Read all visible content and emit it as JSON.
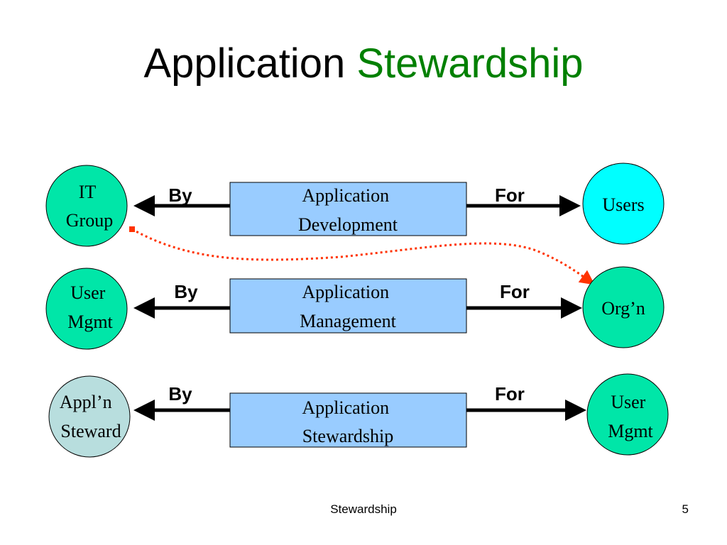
{
  "slide": {
    "title_main": "Application",
    "title_accent": "Stewardship",
    "footer_text": "Stewardship",
    "page_number": "5"
  },
  "colors": {
    "accent_green": "#008000",
    "box_fill": "#99ccff",
    "circle_cyan": "#00ffff",
    "circle_teal": "#00e6a8",
    "circle_pale": "#b8dede",
    "dotted_connector": "#ff3300"
  },
  "rows": [
    {
      "by_label": "By",
      "for_label": "For",
      "box_lines": [
        "Application",
        "Development"
      ],
      "left_circle": [
        "IT",
        "Group"
      ],
      "right_circle": [
        "Users"
      ]
    },
    {
      "by_label": "By",
      "for_label": "For",
      "box_lines": [
        "Application",
        "Management"
      ],
      "left_circle": [
        "User",
        "Mgmt"
      ],
      "right_circle": [
        "Org’n"
      ]
    },
    {
      "by_label": "By",
      "for_label": "For",
      "box_lines": [
        "Application",
        "Stewardship"
      ],
      "left_circle": [
        "Appl’n",
        "Steward"
      ],
      "right_circle": [
        "User",
        "Mgmt"
      ]
    }
  ]
}
